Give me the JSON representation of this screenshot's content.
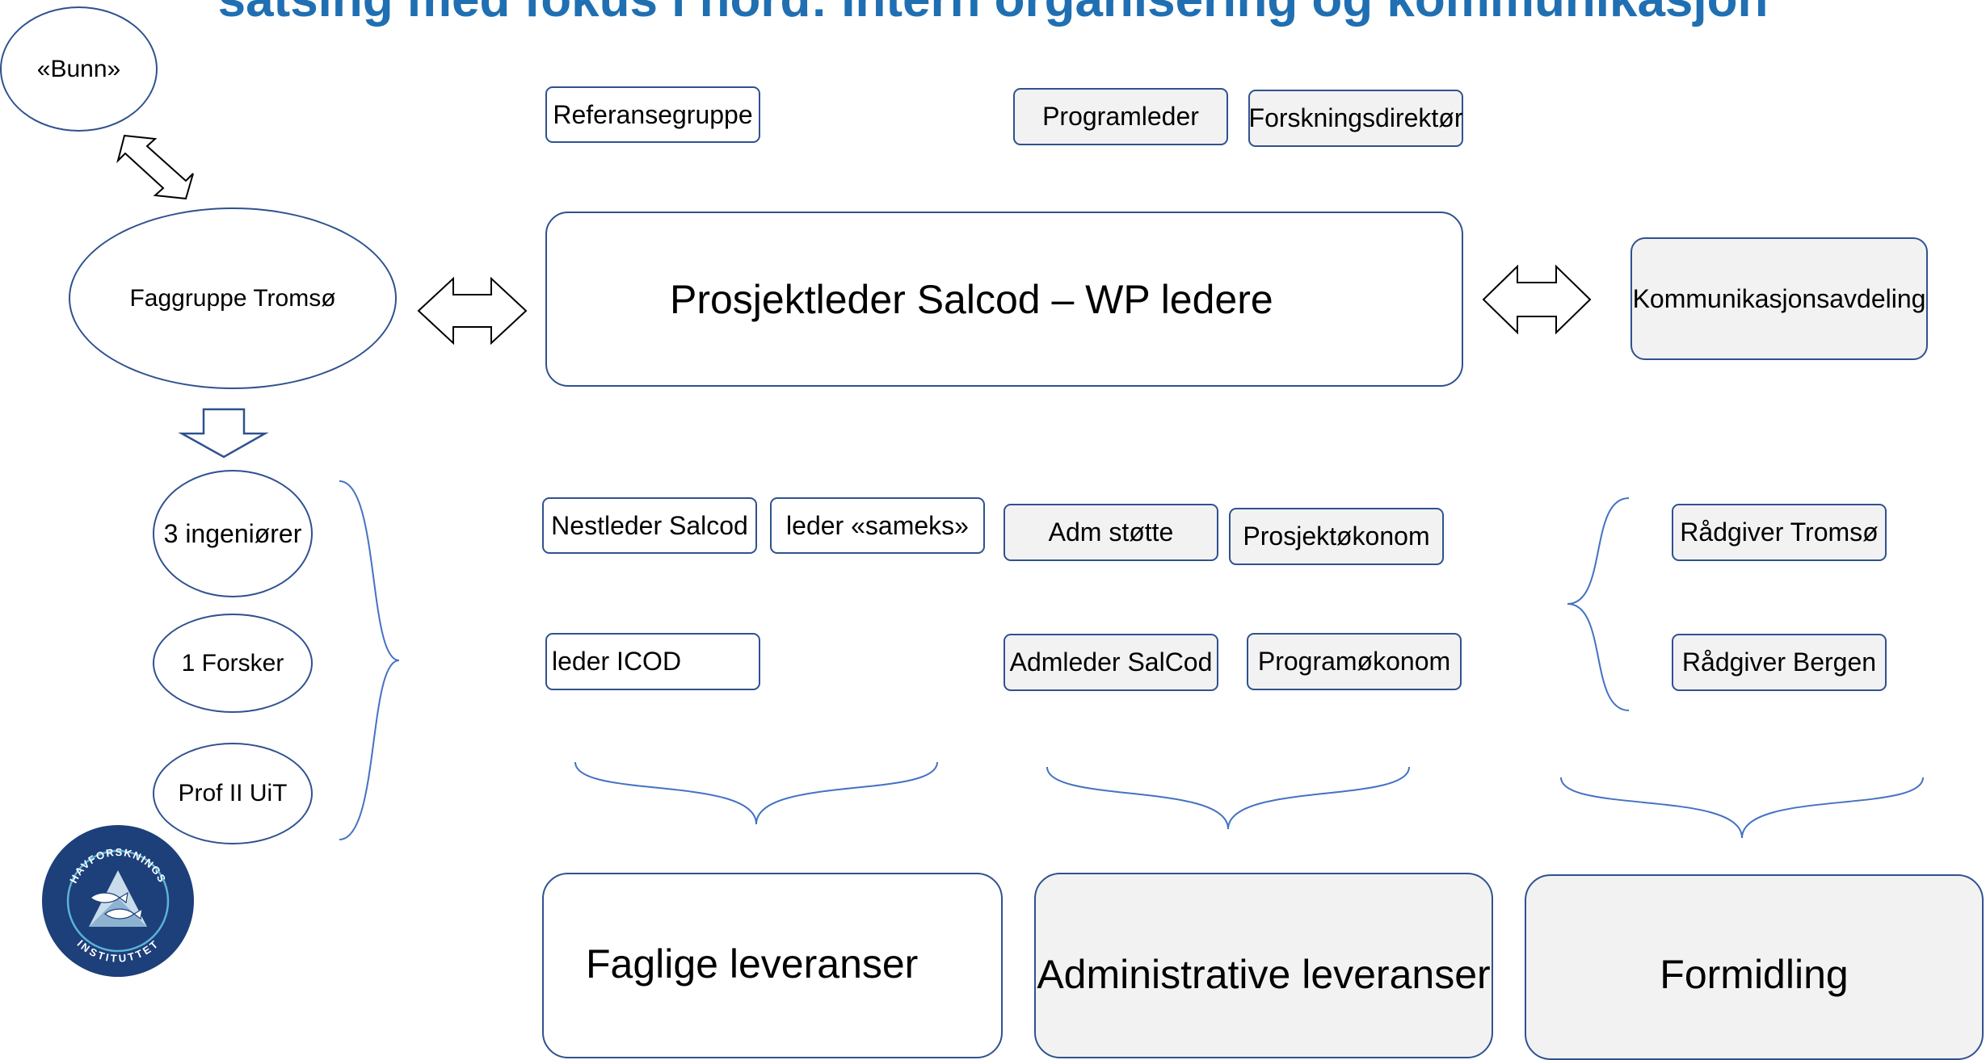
{
  "title": "satsing med fokus i nord: Intern organisering og kommunikasjon",
  "colors": {
    "accent": "#1f6fb2",
    "border": "#2f528f",
    "fill_grey": "#f2f2f2",
    "logo": "#1d3f7a"
  },
  "ovals": {
    "bunn": "«Bunn»",
    "faggruppe": "Faggruppe Tromsø",
    "ingeniorer": "3 ingeniører",
    "forsker": "1 Forsker",
    "prof": "Prof II UiT"
  },
  "top_boxes": {
    "referansegruppe": "Referansegruppe",
    "programleder": "Programleder",
    "forskningsdirektor": "Forskningsdirektør"
  },
  "center": "Prosjektleder Salcod – WP ledere",
  "kommunikasjon": "Kommunikasjonsavdeling",
  "faglig": {
    "nestleder": "Nestleder Salcod",
    "sameks": "leder «sameks»",
    "icod": "leder ICOD"
  },
  "admin": {
    "adm_stotte": "Adm støtte",
    "prosjektokonom": "Prosjektøkonom",
    "admleder": "Admleder SalCod",
    "programokonom": "Programøkonom"
  },
  "formidling_boxes": {
    "tromso": "Rådgiver Tromsø",
    "bergen": "Rådgiver Bergen"
  },
  "deliverables": {
    "faglige": "Faglige leveranser",
    "administrative": "Administrative leveranser",
    "formidling": "Formidling"
  },
  "logo": {
    "top_text": "HAVFORSKNINGS",
    "bottom_text": "INSTITUTTET",
    "icon": "fish-triangle-icon"
  }
}
